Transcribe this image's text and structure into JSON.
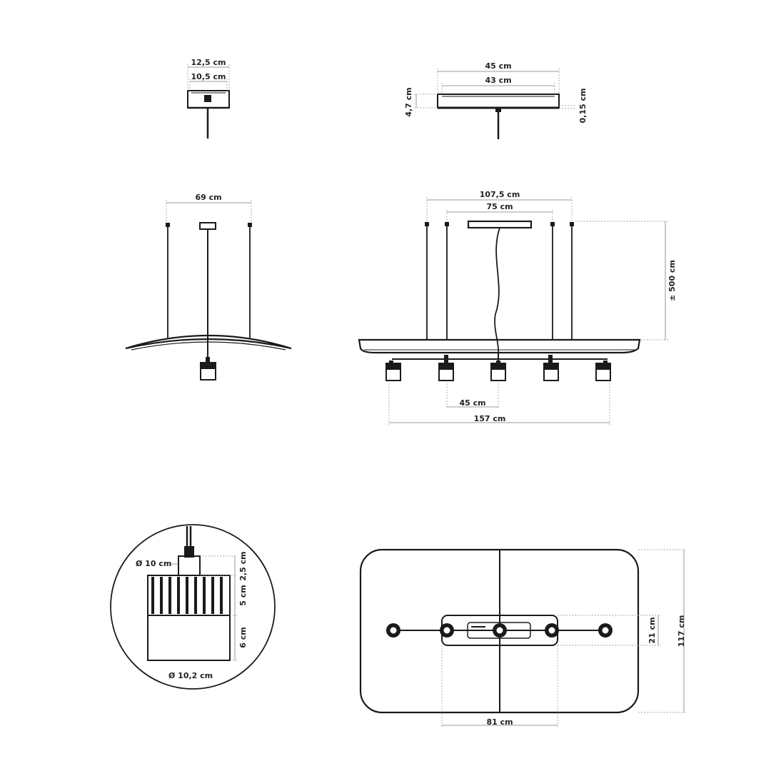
{
  "dimensions": {
    "canopy_outer_width": "12,5 cm",
    "canopy_inner_width": "10,5 cm",
    "canopy_top_outer": "45 cm",
    "canopy_top_inner": "43 cm",
    "canopy_height": "4,7 cm",
    "canopy_plate": "0,15 cm",
    "side_cable_span": "69 cm",
    "front_outer_span": "107,5 cm",
    "front_inner_span": "75 cm",
    "suspension_length": "± 500 cm",
    "spot_spacing": "45 cm",
    "total_length": "157 cm",
    "spot_top_diameter": "Ø 10 cm",
    "spot_top_height": "2,5 cm",
    "spot_fins_height": "5 cm",
    "spot_body_height": "6 cm",
    "spot_bottom_diameter": "Ø 10,2 cm",
    "plan_canopy_depth": "21 cm",
    "plan_total_depth": "117 cm",
    "plan_canopy_width": "81 cm"
  },
  "colors": {
    "line": "#1a1a1a",
    "dimension": "#7a7a7a"
  }
}
